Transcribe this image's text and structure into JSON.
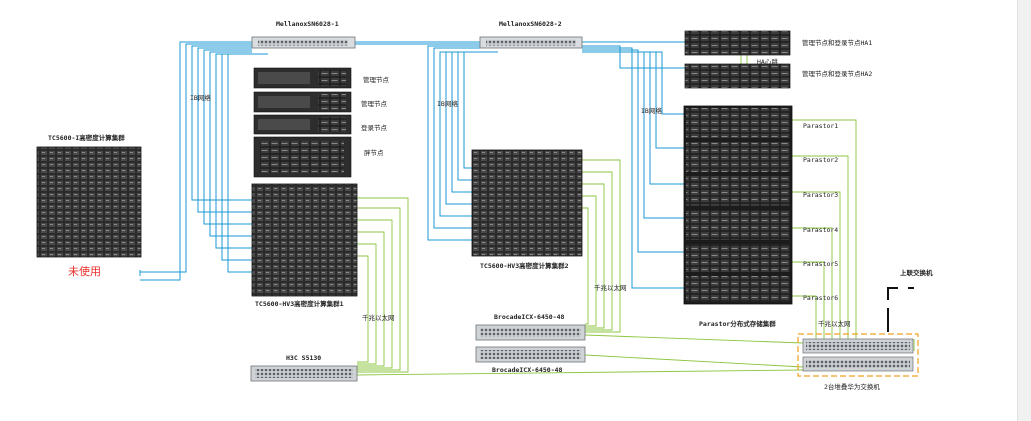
{
  "switches": {
    "mellanox1": "MellanoxSN6028-1",
    "mellanox2": "MellanoxSN6028-2",
    "brocade1": "BrocadeICX-6450-48",
    "brocade2": "BrocadeICX-6450-48",
    "h3c": "H3C S5130"
  },
  "nodes": {
    "mgmt1": "管理节点",
    "mgmt2": "管理节点",
    "login": "登录节点",
    "fat": "胖节点",
    "ha1": "管理节点和登录节点HA1",
    "ha2": "管理节点和登录节点HA2",
    "heartbeat": "HA心跳"
  },
  "clusters": {
    "tc5600i": "TC5600-I高密度计算集群",
    "unused": "未使用",
    "hv3_1": "TC5600-HV3高密度计算集群1",
    "hv3_2": "TC5600-HV3高密度计算集群2",
    "storage": "Parastor分布式存储集群",
    "parastors": [
      "Parastor1",
      "Parastor2",
      "Parastor3",
      "Parastor4",
      "Parastor5",
      "Parastor6"
    ]
  },
  "networks": {
    "ib1": "IB网络",
    "ib2": "IB网络",
    "ib3": "IB网络",
    "gbe1": "千兆以太网",
    "gbe2": "千兆以太网",
    "gbe3": "千兆以太网"
  },
  "uplink": {
    "title": "上联交换机",
    "huawei": "2台堆叠华为交换机"
  },
  "colors": {
    "ib_line": "#1a9ad6",
    "gbe_line": "#8cc63f",
    "unused_text": "#e8302a",
    "uplink_box": "#f0a020"
  }
}
